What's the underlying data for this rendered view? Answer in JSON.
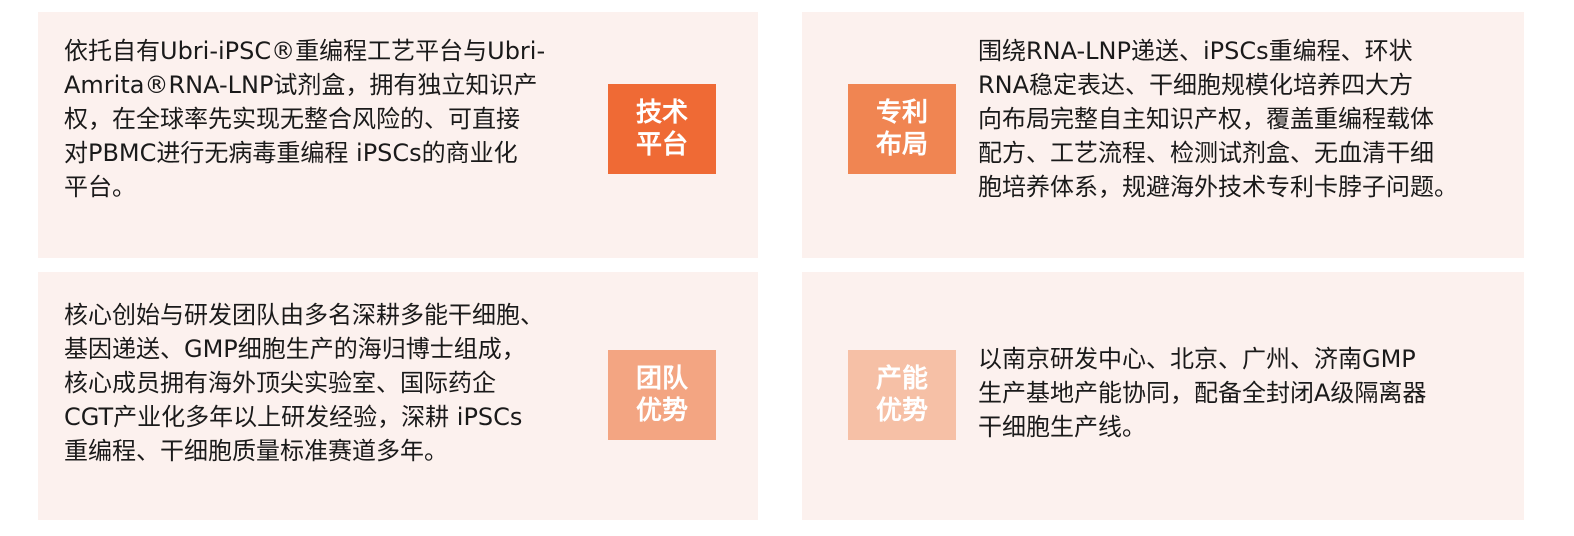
{
  "cards": [
    {
      "badge": "技术\n平台",
      "badge_color": "#ef6a35",
      "text": "依托自有Ubri-iPSC®重编程工艺平台与Ubri-\nAmrita®RNA-LNP试剂盒，拥有独立知识产\n权，在全球率先实现无整合风险的、可直接\n对PBMC进行无病毒重编程 iPSCs的商业化\n平台。"
    },
    {
      "badge": "专利\n布局",
      "badge_color": "#f08552",
      "text": "围绕RNA-LNP递送、iPSCs重编程、环状\nRNA稳定表达、干细胞规模化培养四大方\n向布局完整自主知识产权，覆盖重编程载体\n配方、工艺流程、检测试剂盒、无血清干细\n胞培养体系，规避海外技术专利卡脖子问题。"
    },
    {
      "badge": "团队\n优势",
      "badge_color": "#f3a582",
      "text": "核心创始与研发团队由多名深耕多能干细胞、\n基因递送、GMP细胞生产的海归博士组成，\n核心成员拥有海外顶尖实验室、国际药企\nCGT产业化多年以上研发经验，深耕 iPSCs\n重编程、干细胞质量标准赛道多年。"
    },
    {
      "badge": "产能\n优势",
      "badge_color": "#f6c0a6",
      "text": "以南京研发中心、北京、广州、济南GMP\n生产基地产能协同，配备全封闭A级隔离器\n干细胞生产线。"
    }
  ]
}
